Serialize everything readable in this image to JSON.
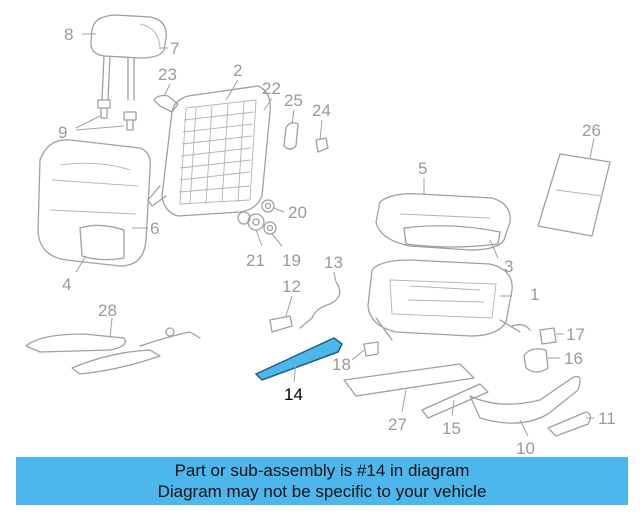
{
  "diagram": {
    "highlight_color": "#4cb7ec",
    "callouts": {
      "c1": "1",
      "c2": "2",
      "c3": "3",
      "c4": "4",
      "c5": "5",
      "c6": "6",
      "c7": "7",
      "c8": "8",
      "c9": "9",
      "c10": "10",
      "c11": "11",
      "c12": "12",
      "c13": "13",
      "c14": "14",
      "c15": "15",
      "c16": "16",
      "c17": "17",
      "c18": "18",
      "c19": "19",
      "c20": "20",
      "c21": "21",
      "c22": "22",
      "c23": "23",
      "c24": "24",
      "c25": "25",
      "c26": "26",
      "c27": "27",
      "c28": "28"
    },
    "highlighted_part": "14"
  },
  "banner": {
    "line1": "Part or sub-assembly is #14 in diagram",
    "line2": "Diagram may not be specific to your vehicle",
    "background": "#4cb7ec"
  }
}
